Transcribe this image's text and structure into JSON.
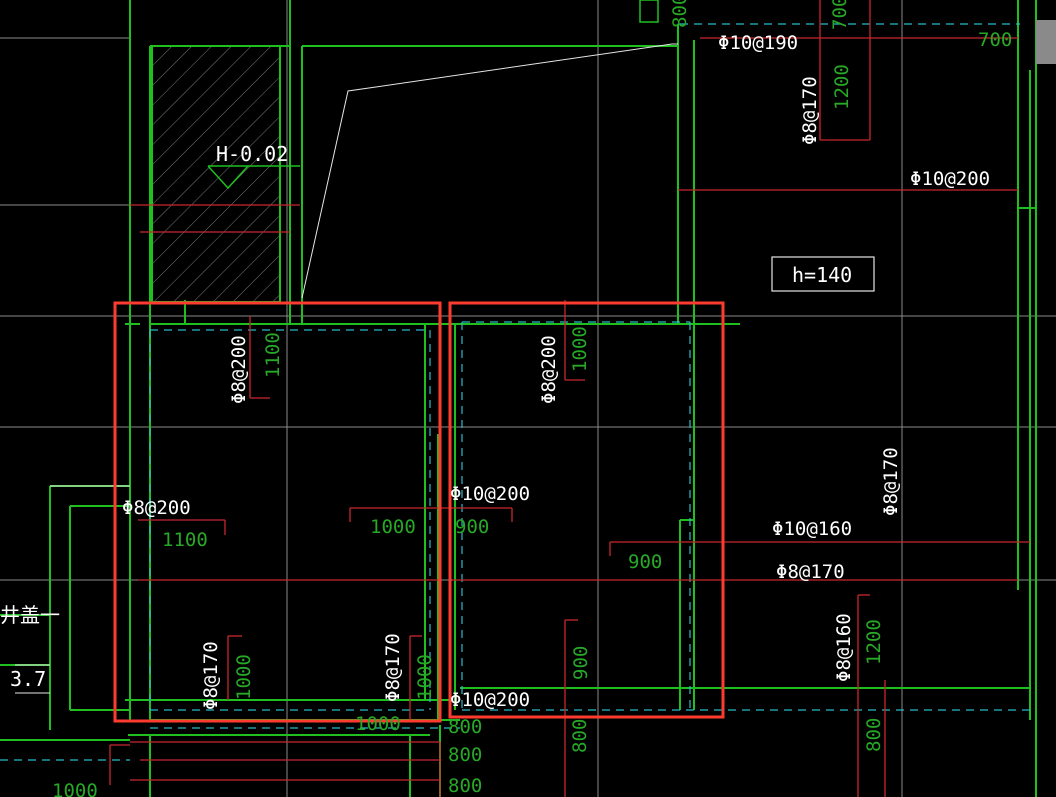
{
  "labels": {
    "elevation": "H-0.02",
    "slab_thickness": "h=140",
    "well_cover": "井盖一",
    "side_value": "3.7"
  },
  "rebar": {
    "r_top_190": "Φ10@190",
    "r_top_170_v": "Φ8@170",
    "r_mid_200": "Φ10@200",
    "r_l_200_v": "Φ8@200",
    "r_c_200_v": "Φ8@200",
    "r_l_200_h": "Φ8@200",
    "r_c_10_200": "Φ10@200",
    "r_right_170_v": "Φ8@170",
    "r_10_160": "Φ10@160",
    "r_8_170_h": "Φ8@170",
    "r_l_170_v": "Φ8@170",
    "r_m_170_v": "Φ8@170",
    "r_r_160_v": "Φ8@160",
    "r_bottom_10_200": "Φ10@200"
  },
  "dims": {
    "d_700_h": "700",
    "d_700_v": "700",
    "d_800_top": "800",
    "d_1200_top": "1200",
    "d_1100_v": "1100",
    "d_1000_v": "1000",
    "d_1100_h": "1100",
    "d_1000_h": "1000",
    "d_900_h": "900",
    "d_900_right": "900",
    "d_1000_bl": "1000",
    "d_1000_br": "1000",
    "d_900_v": "900",
    "d_1200_r": "1200",
    "d_800_b1": "800",
    "d_800_b2": "800",
    "d_800_b3": "800",
    "d_800_r": "800",
    "d_1000_bottom": "1000",
    "d_1000_edge": "1000"
  },
  "colors": {
    "background": "#000000",
    "wall": "#1fbf1f",
    "rebar_line": "#c8282d",
    "dashed": "#2bb9c8",
    "axis": "#8a8a8a",
    "highlight": "#ff3b30",
    "text": "#ffffff",
    "dim_text": "#27a827"
  },
  "highlights": [
    "slab-panel-left",
    "slab-panel-right"
  ]
}
